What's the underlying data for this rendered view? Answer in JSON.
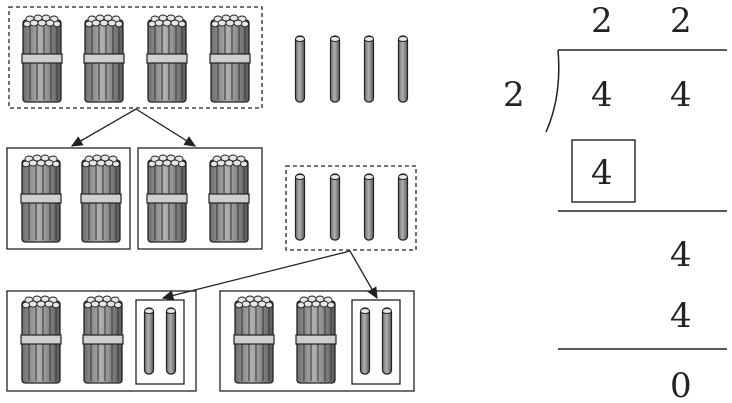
{
  "division": {
    "quotient": [
      "2",
      "2"
    ],
    "divisor": "2",
    "dividend": [
      "4",
      "4"
    ],
    "steps": {
      "first_product": "4",
      "bring_down": "4",
      "second_product": "4",
      "remainder": "0"
    }
  },
  "manipulatives": {
    "top_row": {
      "bundles": 4,
      "single_sticks": 4
    },
    "split_tens": [
      {
        "bundles": 2
      },
      {
        "bundles": 2
      }
    ],
    "ones_group": {
      "single_sticks": 4
    },
    "final_groups": [
      {
        "bundles": 2,
        "single_sticks": 2
      },
      {
        "bundles": 2,
        "single_sticks": 2
      }
    ]
  },
  "colors": {
    "stroke": "#222222",
    "stick_fill": "#8c8c8c",
    "stick_dark": "#555555"
  },
  "icons": [
    "stick-bundle-icon",
    "single-stick-icon",
    "arrow-icon"
  ]
}
